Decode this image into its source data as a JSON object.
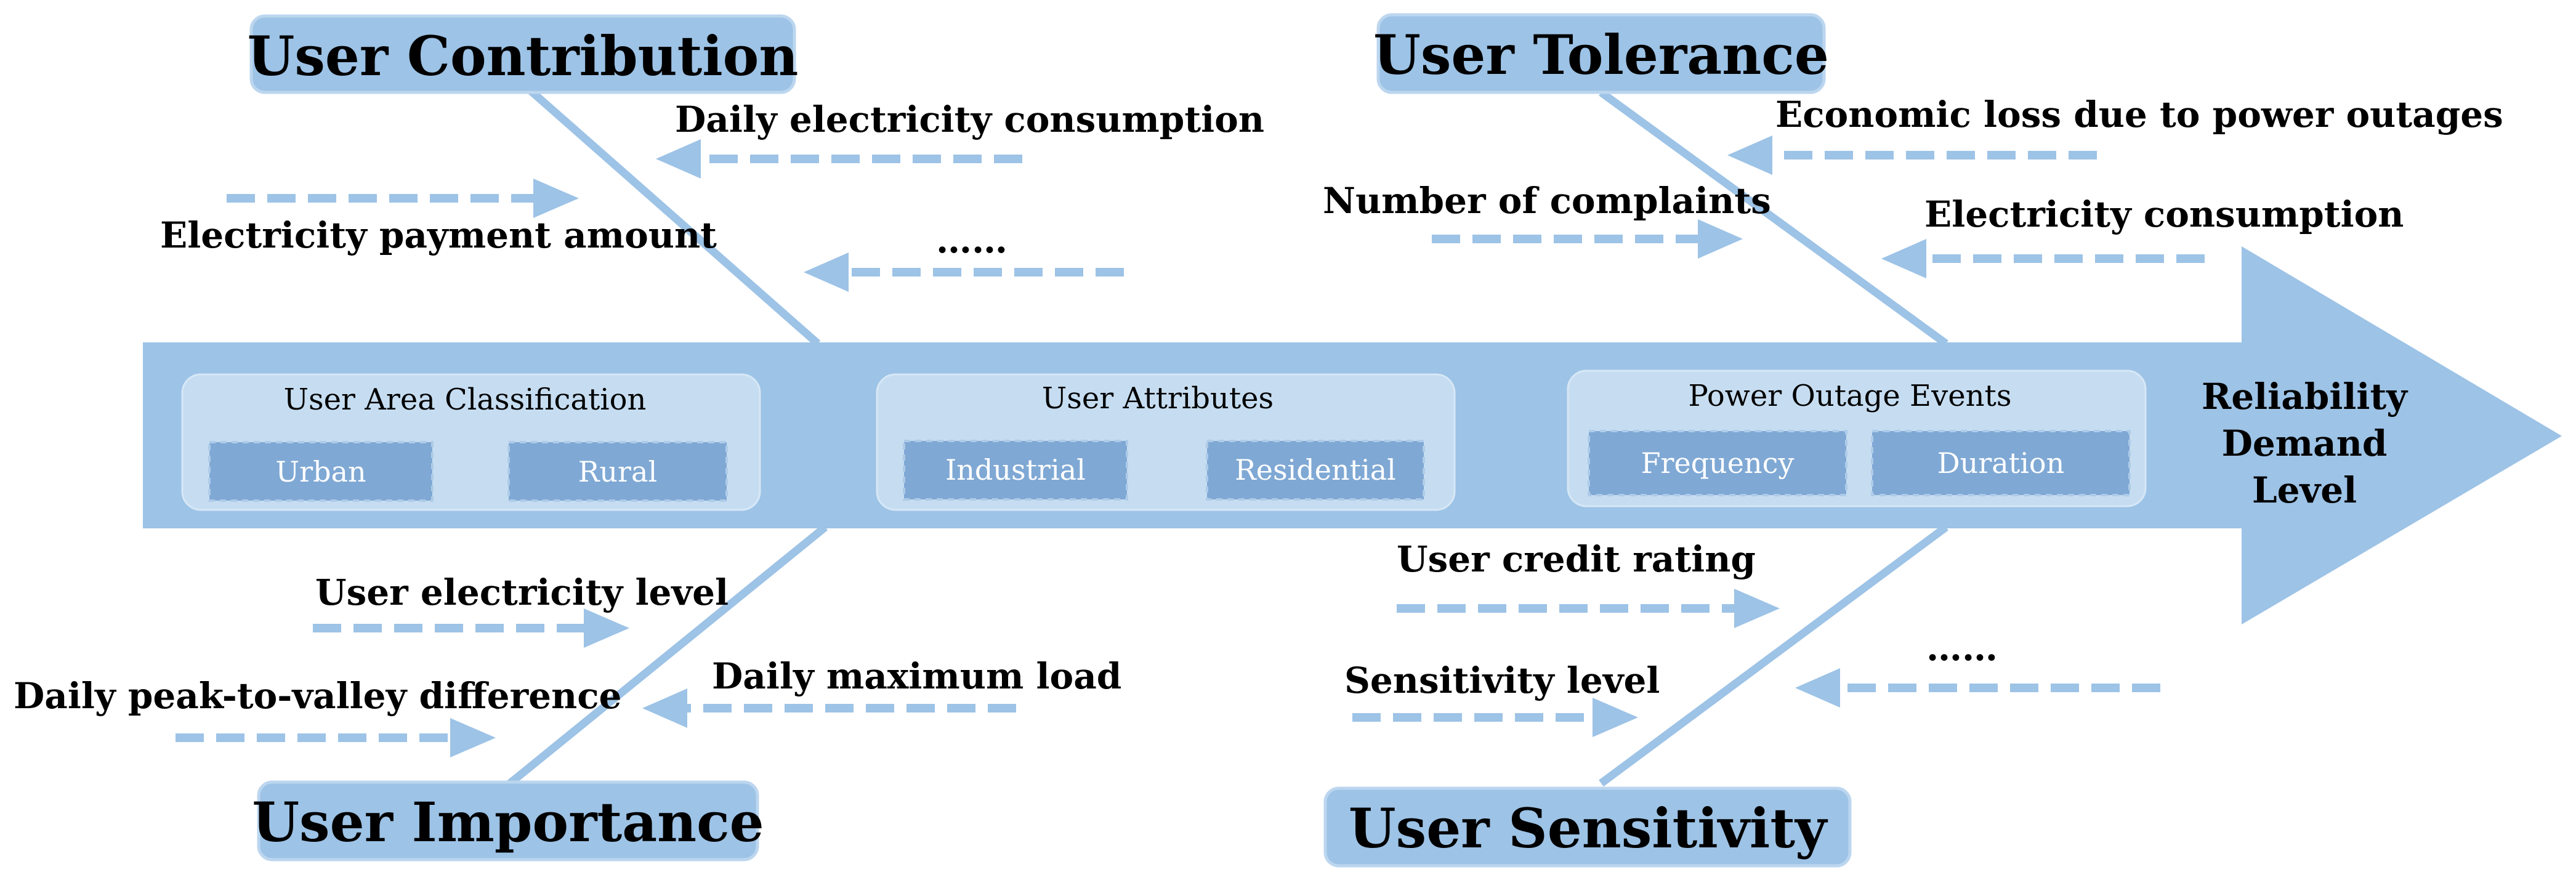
{
  "categories": {
    "user_contribution": "User Contribution",
    "user_tolerance": "User Tolerance",
    "user_importance": "User Importance",
    "user_sensitivity": "User Sensitivity"
  },
  "factors": {
    "daily_electricity_consumption": "Daily electricity consumption",
    "electricity_payment_amount": "Electricity payment amount",
    "contribution_ellipsis": "……",
    "economic_loss": "Economic loss due to power outages",
    "number_of_complaints": "Number of complaints",
    "electricity_consumption": "Electricity consumption",
    "user_electricity_level": "User electricity level",
    "daily_peak_to_valley": "Daily peak-to-valley difference",
    "daily_maximum_load": "Daily maximum load",
    "user_credit_rating": "User credit rating",
    "sensitivity_level": "Sensitivity level",
    "sensitivity_ellipsis": "……"
  },
  "panels": {
    "area": {
      "title": "User Area Classification",
      "items": [
        "Urban",
        "Rural"
      ]
    },
    "attributes": {
      "title": "User Attributes",
      "items": [
        "Industrial",
        "Residential"
      ]
    },
    "outage": {
      "title": "Power Outage Events",
      "items": [
        "Frequency",
        "Duration"
      ]
    }
  },
  "spine_head": {
    "lines": [
      "Reliability",
      "Demand",
      "Level"
    ]
  },
  "colors": {
    "bone": "#9dc3e6",
    "panel": "#c6ddf1",
    "chip": "#7fa8d4"
  }
}
